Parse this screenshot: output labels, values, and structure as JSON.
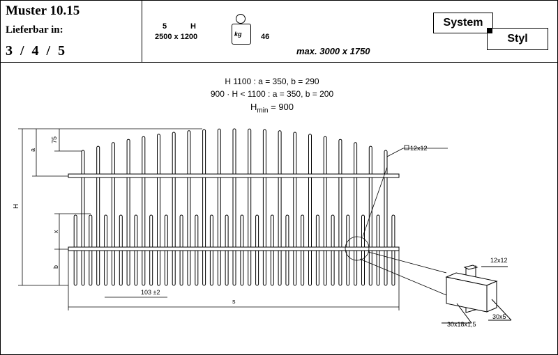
{
  "header": {
    "model": "Muster 10.15",
    "availability_label": "Lieferbar in:",
    "sizes": "3 / 4 / 5",
    "spec_s_label": "5",
    "spec_h_label": "H",
    "spec_dims": "2500 x 1200",
    "weight_unit": "kg",
    "weight_value": "46",
    "max_size": "max. 3000 x 1750",
    "brand_top": "System",
    "brand_bottom": "Styl"
  },
  "rules": {
    "line1": "H    1100 : a = 350, b = 290",
    "line2": "900  ·  H < 1100 : a = 350, b = 200",
    "line3_main": "H",
    "line3_sub": "min",
    "line3_rest": " = 900"
  },
  "drawing": {
    "label_a": "a",
    "label_75": "75",
    "label_H": "H",
    "label_x": "x",
    "label_b": "b",
    "label_s": "s",
    "label_spacing": "103 ±2",
    "label_bar": "12x12",
    "detail_bar": "12x12",
    "detail_rail": "30x18x1,5",
    "detail_flat": "30x5"
  }
}
